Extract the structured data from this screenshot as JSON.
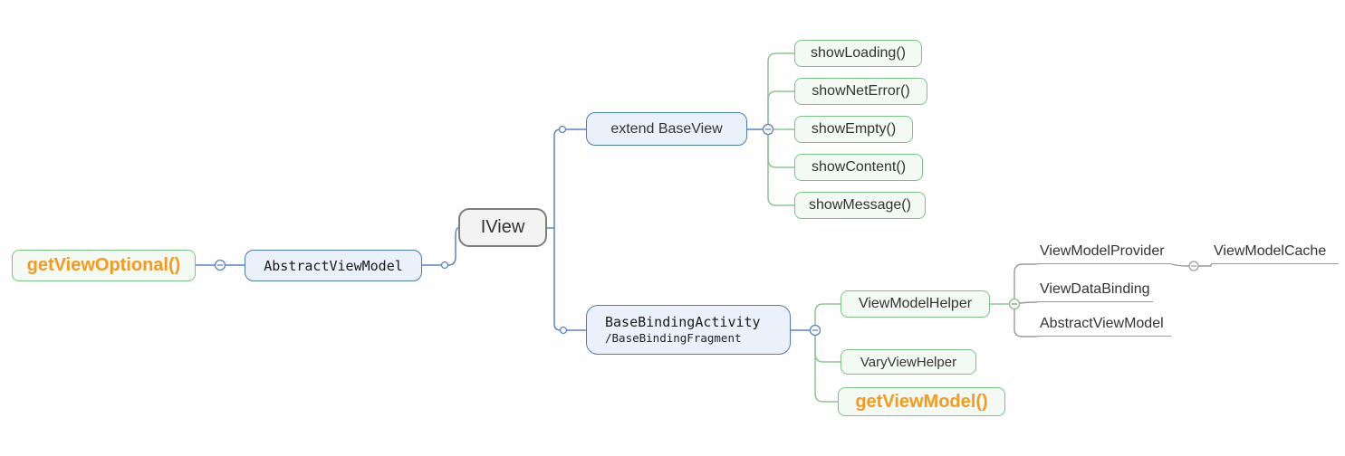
{
  "diagram_type": "mindmap",
  "colors": {
    "branch_blue": "#4d7cbe",
    "branch_green": "#7ec287",
    "branch_gray": "#9a9a9a",
    "highlight_orange": "#f7991c",
    "blue_fill": "#eaf1fb",
    "green_fill": "#f3faf3",
    "gray_fill": "#f3f3f3"
  },
  "nodes": {
    "get_view_optional": {
      "label": "getViewOptional()"
    },
    "abstract_view_model": {
      "label": "AbstractViewModel"
    },
    "iview": {
      "label": "IView"
    },
    "extend_base_view": {
      "label": "extend BaseView"
    },
    "show_loading": {
      "label": "showLoading()"
    },
    "show_net_error": {
      "label": "showNetError()"
    },
    "show_empty": {
      "label": "showEmpty()"
    },
    "show_content": {
      "label": "showContent()"
    },
    "show_message": {
      "label": "showMessage()"
    },
    "base_binding": {
      "label": "BaseBindingActivity",
      "sublabel": "/BaseBindingFragment"
    },
    "view_model_helper": {
      "label": "ViewModelHelper"
    },
    "vary_view_helper": {
      "label": "VaryViewHelper"
    },
    "get_view_model": {
      "label": "getViewModel()"
    },
    "view_model_provider": {
      "label": "ViewModelProvider"
    },
    "view_model_cache": {
      "label": "ViewModelCache"
    },
    "view_data_binding": {
      "label": "ViewDataBinding"
    },
    "abstract_view_model_child": {
      "label": "AbstractViewModel"
    }
  }
}
